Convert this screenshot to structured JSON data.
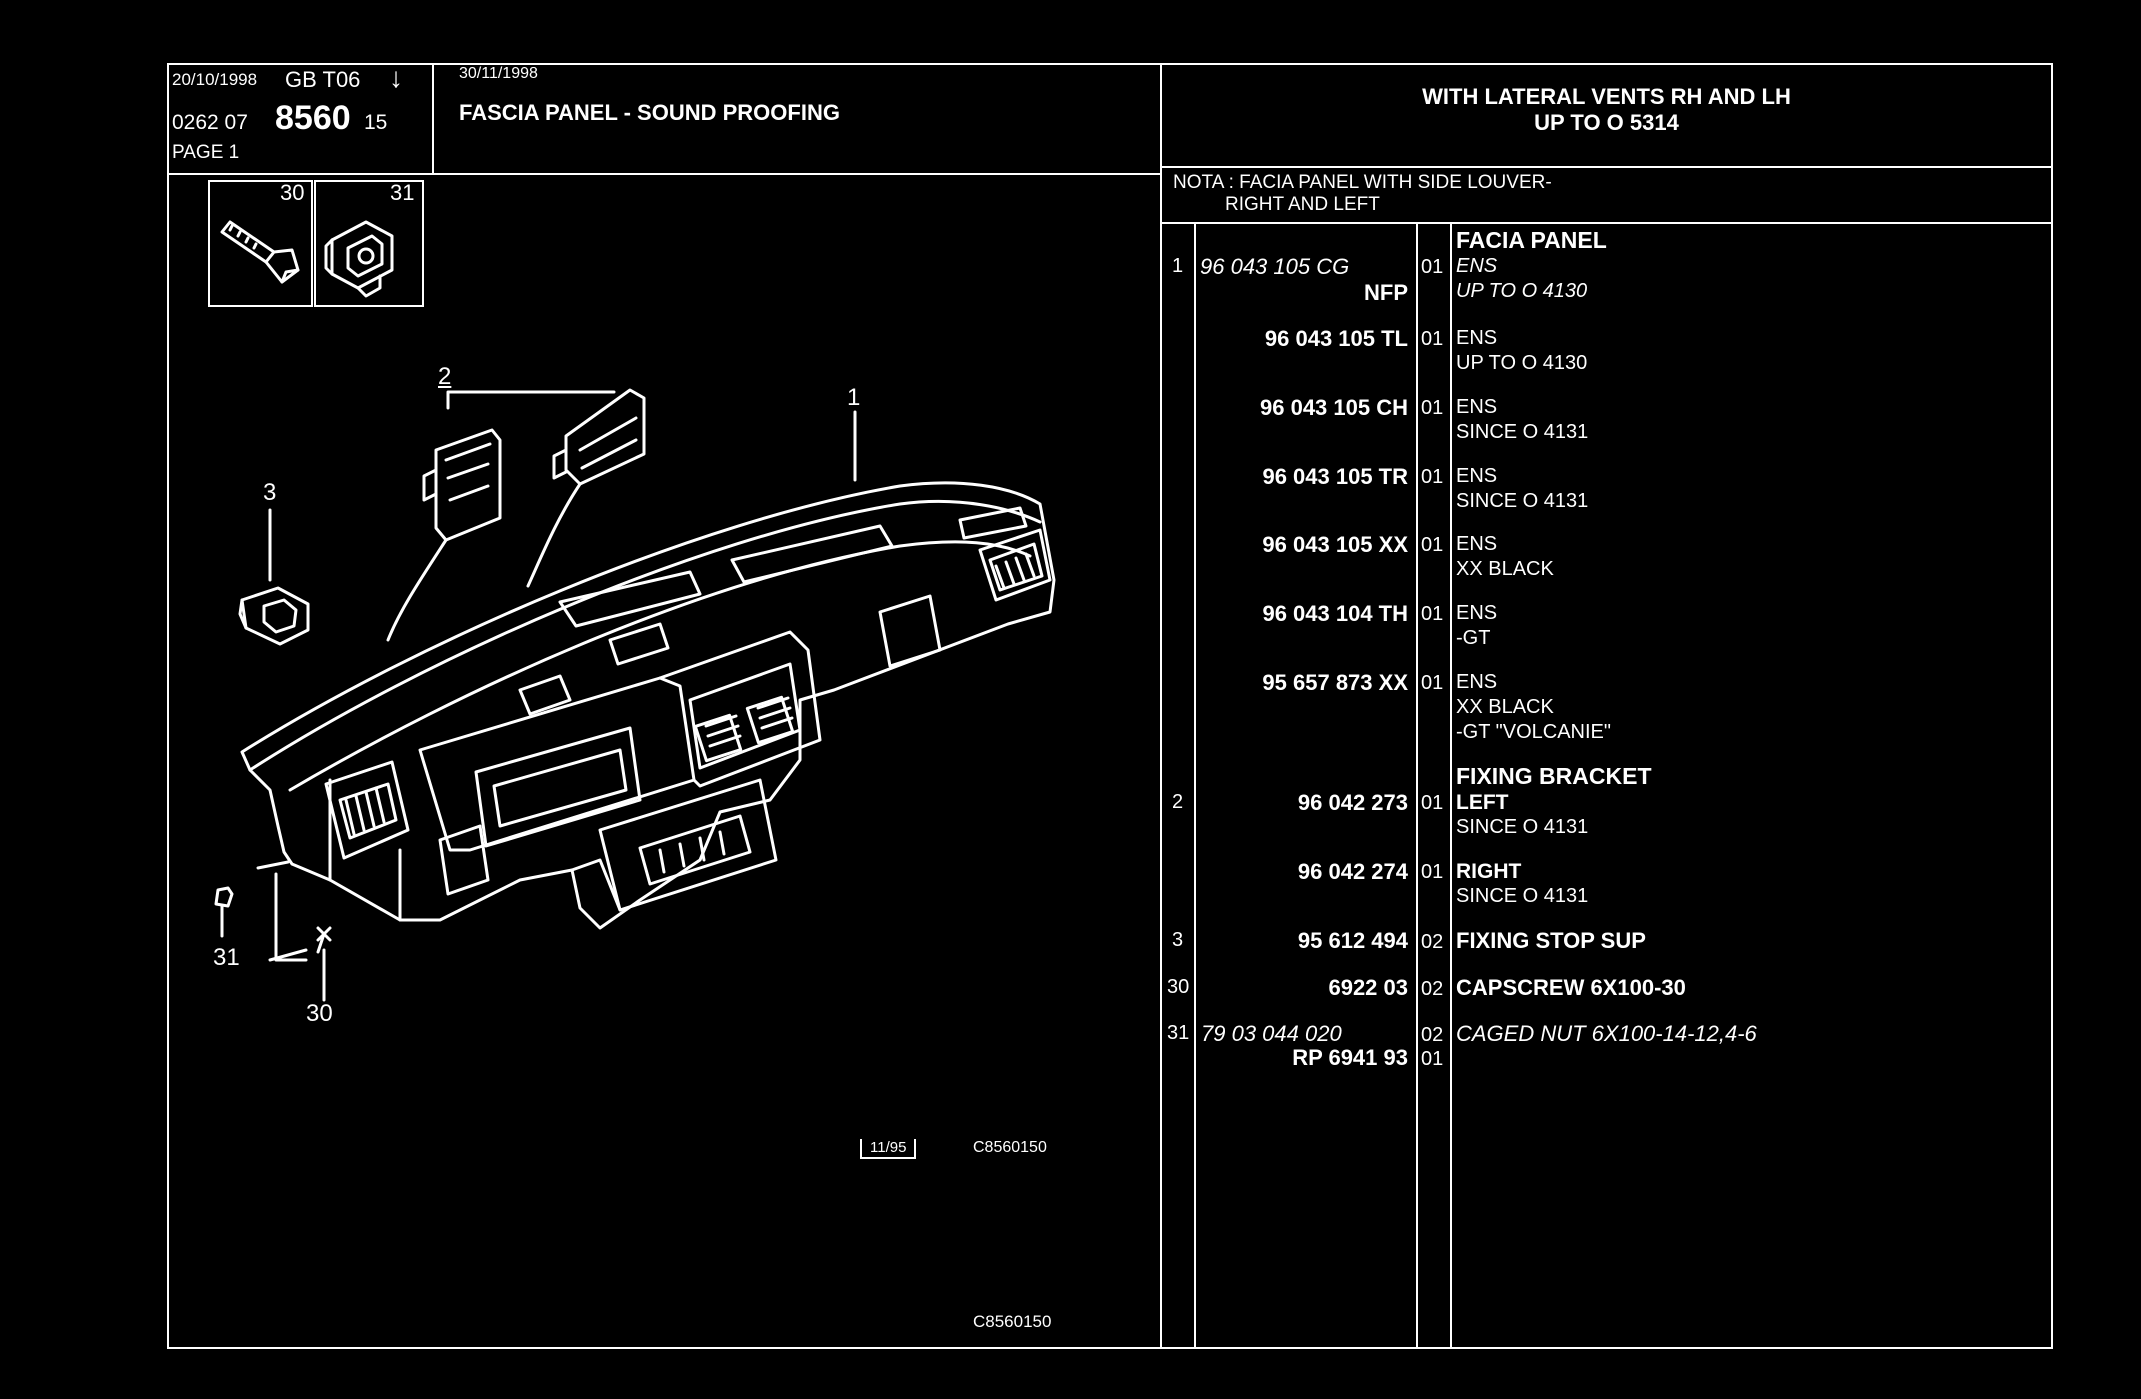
{
  "header": {
    "date": "20/10/1998",
    "lang_code": "GB  T06",
    "arrow": "↓",
    "ref_prefix": "0262 07",
    "ref_main": "8560",
    "ref_suffix": "15",
    "page": "PAGE  1",
    "date2": "30/11/1998",
    "title": "FASCIA PANEL - SOUND PROOFING",
    "variant_line1": "WITH LATERAL VENTS RH AND LH",
    "variant_line2": "UP  TO  O   5314"
  },
  "nota": {
    "line1": "NOTA : FACIA PANEL WITH SIDE LOUVER-",
    "line2": "RIGHT AND LEFT"
  },
  "thumbnails": {
    "a": "30",
    "b": "31"
  },
  "diagram_labels": {
    "l1": "1",
    "l2": "2",
    "l3": "3",
    "l31": "31",
    "l30": "30",
    "stamp": "11/95",
    "code1": "C8560150",
    "code2": "C8560150"
  },
  "parts": [
    {
      "idx": "1",
      "ref": "96 043 105 CG",
      "ref_italic": true,
      "ref2": "NFP",
      "qty": "01",
      "name": "FACIA PANEL",
      "desc": [
        "ENS",
        "UP  TO  O  4130"
      ],
      "desc_italic": true
    },
    {
      "idx": "",
      "ref": "96 043 105 TL",
      "qty": "01",
      "desc": [
        "ENS",
        "UP  TO  O  4130"
      ]
    },
    {
      "idx": "",
      "ref": "96 043 105 CH",
      "qty": "01",
      "desc": [
        "ENS",
        "SINCE  O  4131"
      ]
    },
    {
      "idx": "",
      "ref": "96 043 105 TR",
      "qty": "01",
      "desc": [
        "ENS",
        "SINCE  O  4131"
      ]
    },
    {
      "idx": "",
      "ref": "96 043 105 XX",
      "qty": "01",
      "desc": [
        "ENS",
        "XX BLACK"
      ]
    },
    {
      "idx": "",
      "ref": "96 043 104 TH",
      "qty": "01",
      "desc": [
        "ENS",
        "-GT"
      ]
    },
    {
      "idx": "",
      "ref": "95 657 873 XX",
      "qty": "01",
      "desc": [
        "ENS",
        "XX BLACK",
        "-GT \"VOLCANIE\""
      ]
    },
    {
      "idx": "2",
      "ref": "96 042 273",
      "qty": "01",
      "name": "FIXING BRACKET",
      "desc": [
        "LEFT",
        "SINCE  O  4131"
      ]
    },
    {
      "idx": "",
      "ref": "96 042 274",
      "qty": "01",
      "desc": [
        "RIGHT",
        "SINCE  O  4131"
      ]
    },
    {
      "idx": "3",
      "ref": "95 612 494",
      "qty": "02",
      "desc": [
        "FIXING STOP SUP"
      ]
    },
    {
      "idx": "30",
      "ref": "6922 03",
      "qty": "02",
      "desc": [
        "CAPSCREW 6X100-30"
      ]
    },
    {
      "idx": "31",
      "ref": "79 03 044 020",
      "ref_italic": true,
      "ref2": "RP  6941 93",
      "qty": "02",
      "qty2": "01",
      "desc": [
        "CAGED NUT 6X100-14-12,4-6"
      ],
      "desc_italic": true
    }
  ]
}
